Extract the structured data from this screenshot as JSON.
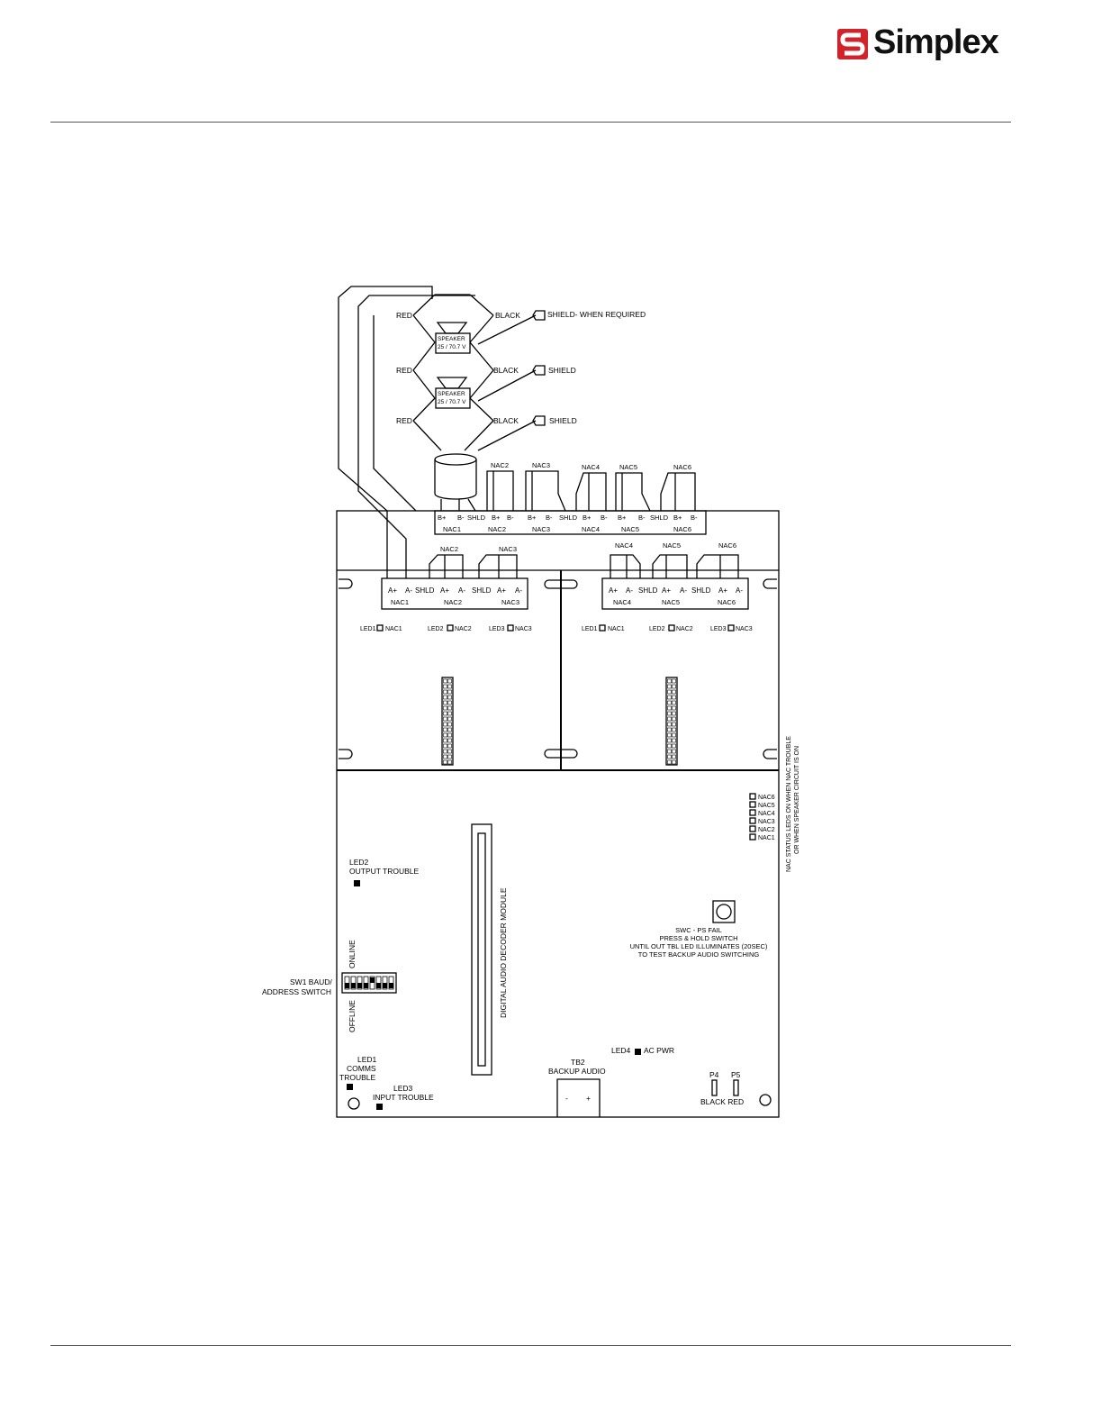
{
  "brand": {
    "name": "Simplex",
    "accent": "#d2232a"
  },
  "speaker_wiring": {
    "wire_red": "RED",
    "wire_black": "BLACK",
    "speaker_label": "SPEAKER",
    "speaker_rating": "25 / 70.7 V",
    "shield_when_required": "SHIELD- WHEN REQUIRED",
    "shield": "SHIELD"
  },
  "top_terminal": {
    "pins": [
      "B+",
      "B-",
      "SHLD",
      "B+",
      "B-",
      "B+",
      "B-",
      "SHLD",
      "B+",
      "B-",
      "B+",
      "B-",
      "SHLD",
      "B+",
      "B-"
    ],
    "groups": [
      "NAC1",
      "NAC2",
      "NAC3",
      "NAC4",
      "NAC5",
      "NAC6"
    ],
    "tags": [
      "NAC2",
      "NAC3",
      "NAC4",
      "NAC5",
      "NAC6"
    ]
  },
  "left_module": {
    "pins": [
      "A+",
      "A-",
      "SHLD",
      "A+",
      "A-",
      "SHLD",
      "A+",
      "A-"
    ],
    "groups": [
      "NAC1",
      "NAC2",
      "NAC3"
    ],
    "tags": [
      "NAC2",
      "NAC3"
    ],
    "leds": [
      {
        "led": "LED1",
        "nac": "NAC1"
      },
      {
        "led": "LED2",
        "nac": "NAC2"
      },
      {
        "led": "LED3",
        "nac": "NAC3"
      }
    ]
  },
  "right_module": {
    "pins": [
      "A+",
      "A-",
      "SHLD",
      "A+",
      "A-",
      "SHLD",
      "A+",
      "A-"
    ],
    "groups": [
      "NAC4",
      "NAC5",
      "NAC6"
    ],
    "tags": [
      "NAC4",
      "NAC5",
      "NAC6"
    ],
    "leds": [
      {
        "led": "LED1",
        "nac": "NAC1"
      },
      {
        "led": "LED2",
        "nac": "NAC2"
      },
      {
        "led": "LED3",
        "nac": "NAC3"
      }
    ]
  },
  "status_leds": [
    "NAC6",
    "NAC5",
    "NAC4",
    "NAC3",
    "NAC2",
    "NAC1"
  ],
  "status_note": [
    "NAC STATUS LEDS ON WHEN NAC TROUBLE",
    "OR WHEN SPEAKER CIRCUIT IS ON"
  ],
  "base_board": {
    "led2": [
      "LED2",
      "OUTPUT TROUBLE"
    ],
    "online": "ONLINE",
    "offline": "OFFLINE",
    "sw1": [
      "SW1 BAUD/",
      "ADDRESS SWITCH"
    ],
    "decoder_module": "DIGITAL AUDIO DECODER MODULE",
    "swc": [
      "SWC - PS FAIL",
      "PRESS & HOLD SWITCH",
      "UNTIL OUT TBL LED ILLUMINATES (20SEC)",
      "TO TEST BACKUP AUDIO SWITCHING"
    ],
    "led1": [
      "LED1",
      "COMMS",
      "TROUBLE"
    ],
    "led3": [
      "LED3",
      "INPUT TROUBLE"
    ],
    "led4": "LED4",
    "ac_pwr": "AC PWR",
    "tb2": [
      "TB2",
      "BACKUP AUDIO"
    ],
    "tb2_minus": "-",
    "tb2_plus": "+",
    "p4": "P4",
    "p5": "P5",
    "p4p5_colors": "BLACK RED"
  }
}
